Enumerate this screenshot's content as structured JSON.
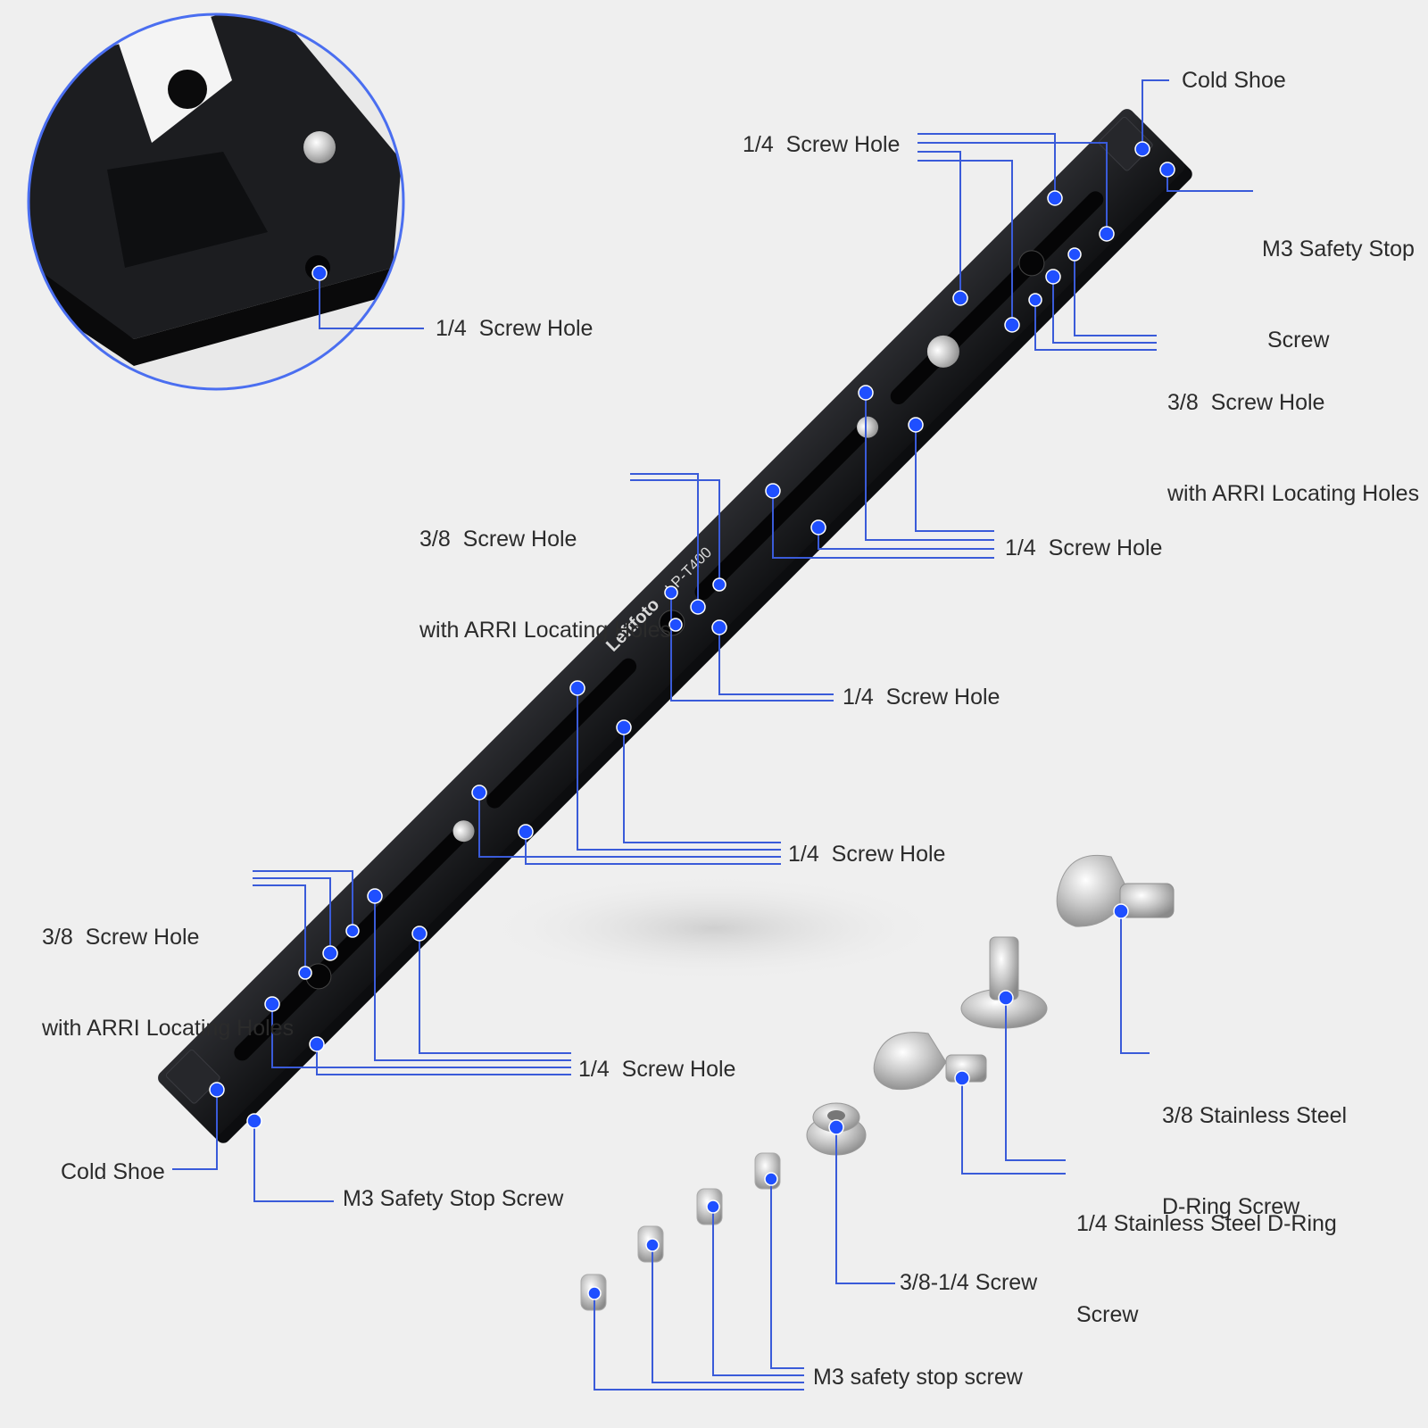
{
  "brand_engraving": "Leftfoto",
  "model_engraving": "LP-T400",
  "colors": {
    "background": "#efefef",
    "plate": "#1b1c1f",
    "callout_line": "#3a5bd9",
    "callout_dot": "#1f4fff",
    "inset_border": "#4a6ef0",
    "label_text": "#2b2b2b"
  },
  "labels": {
    "inset_quarter_screw": "1/4  Screw Hole",
    "cold_shoe_top": "Cold Shoe",
    "quarter_screw_top": "1/4  Screw Hole",
    "m3_stop_top_line1": "M3 Safety Stop",
    "m3_stop_top_line2": "Screw",
    "arri_top_line1": "3/8  Screw Hole",
    "arri_top_line2": "with ARRI Locating Holes",
    "arri_mid_line1": "3/8  Screw Hole",
    "arri_mid_line2": "with ARRI Locating Holes",
    "quarter_screw_upper_right": "1/4  Screw Hole",
    "quarter_screw_center": "1/4  Screw Hole",
    "quarter_screw_lower_center": "1/4  Screw Hole",
    "arri_left_line1": "3/8  Screw Hole",
    "arri_left_line2": "with ARRI Locating Holes",
    "quarter_screw_bottom": "1/4  Screw Hole",
    "cold_shoe_bottom": "Cold Shoe",
    "m3_stop_bottom": "M3 Safety Stop Screw",
    "d_ring_38_line1": "3/8 Stainless Steel",
    "d_ring_38_line2": "D-Ring Screw",
    "d_ring_14_line1": "1/4 Stainless Steel D-Ring",
    "d_ring_14_line2": "Screw",
    "adapter_screw": "3/8-1/4 Screw",
    "m3_safety_screws": "M3 safety stop screw"
  }
}
